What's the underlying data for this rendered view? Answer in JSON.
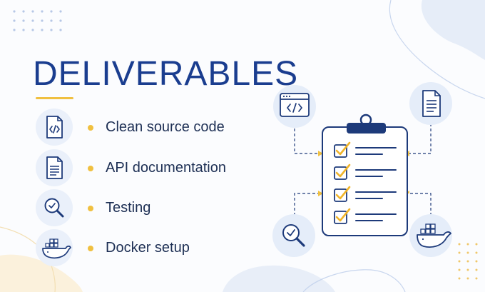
{
  "page": {
    "title": "DELIVERABLES",
    "accent_color": "#f0c040",
    "primary_color": "#1a3d8f"
  },
  "deliverables": [
    {
      "label": "Clean source code",
      "icon": "code-file-icon"
    },
    {
      "label": "API documentation",
      "icon": "document-icon"
    },
    {
      "label": "Testing",
      "icon": "magnifier-check-icon"
    },
    {
      "label": "Docker setup",
      "icon": "docker-whale-icon"
    }
  ],
  "illustration": {
    "clipboard_checked_items": 4,
    "satellite_icons": [
      "code-window-icon",
      "document-icon",
      "magnifier-check-icon",
      "docker-whale-icon"
    ]
  }
}
